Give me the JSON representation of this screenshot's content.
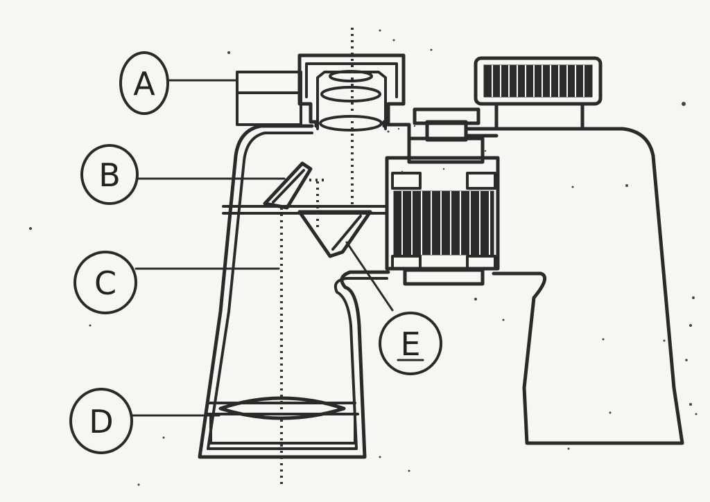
{
  "labels": [
    {
      "key": "A",
      "text": "A"
    },
    {
      "key": "B",
      "text": "B"
    },
    {
      "key": "C",
      "text": "C"
    },
    {
      "key": "D",
      "text": "D"
    },
    {
      "key": "E",
      "text": "E"
    }
  ],
  "colors": {
    "paper": "#f7f6f2",
    "ink": "#2a2a2a"
  }
}
